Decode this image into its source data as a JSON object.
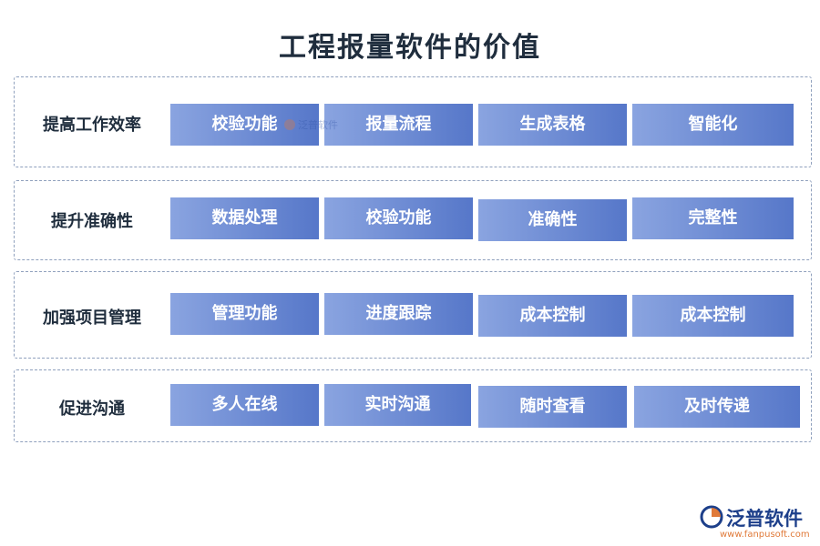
{
  "title": "工程报量软件的价值",
  "rows": [
    {
      "label": "提高工作效率",
      "items": [
        "校验功能",
        "报量流程",
        "生成表格",
        "智能化"
      ]
    },
    {
      "label": "提升准确性",
      "items": [
        "数据处理",
        "校验功能",
        "准确性",
        "完整性"
      ]
    },
    {
      "label": "加强项目管理",
      "items": [
        "管理功能",
        "进度跟踪",
        "成本控制",
        "成本控制"
      ]
    },
    {
      "label": "促进沟通",
      "items": [
        "多人在线",
        "实时沟通",
        "随时查看",
        "及时传递"
      ]
    }
  ],
  "watermark": "泛普软件",
  "brand": {
    "name": "泛普软件",
    "url": "www.fanpusoft.com"
  },
  "colors": {
    "box_start": "#8aa4e0",
    "box_end": "#5677c9",
    "border": "#8fa0bd",
    "title": "#1f2d3d",
    "brand": "#1d3f8a",
    "brand_accent": "#e07a3a"
  }
}
